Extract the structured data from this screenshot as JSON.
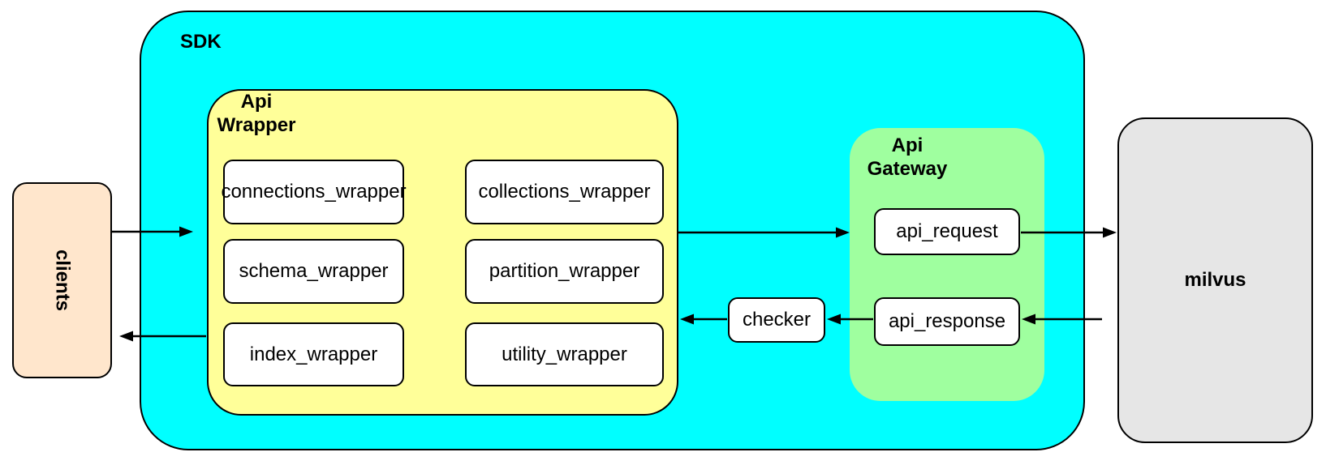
{
  "diagram": {
    "clients": {
      "label": "clients"
    },
    "sdk": {
      "label": "SDK"
    },
    "api_wrapper": {
      "label": "Api Wrapper",
      "boxes": [
        "connections_wrapper",
        "collections_wrapper",
        "schema_wrapper",
        "partition_wrapper",
        "index_wrapper",
        "utility_wrapper"
      ]
    },
    "checker": {
      "label": "checker"
    },
    "api_gateway": {
      "label": "Api Gateway",
      "boxes": [
        "api_request",
        "api_response"
      ]
    },
    "milvus": {
      "label": "milvus"
    },
    "edges": [
      "clients -> sdk",
      "api_wrapper -> clients",
      "api_wrapper -> api_gateway",
      "api_request -> milvus",
      "milvus -> api_response",
      "api_response -> checker",
      "checker -> api_wrapper"
    ],
    "colors": {
      "sdk_fill": "#00ffff",
      "api_wrapper_fill": "#ffff99",
      "api_gateway_fill": "#9fff9f",
      "clients_fill": "#ffe6cc",
      "milvus_fill": "#e6e6e6",
      "node_fill": "#ffffff",
      "stroke": "#000000"
    }
  }
}
